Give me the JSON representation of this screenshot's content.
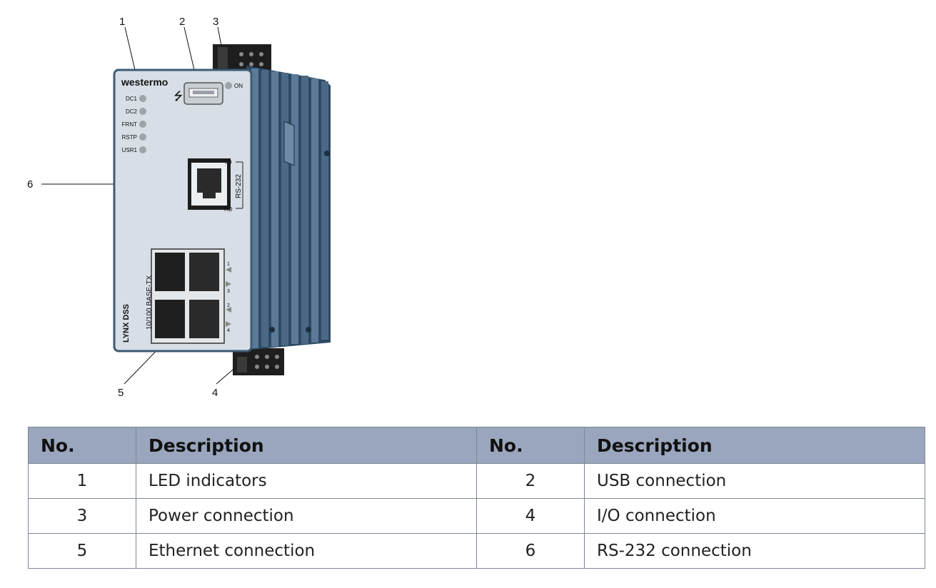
{
  "figure": {
    "callouts": [
      "1",
      "2",
      "3",
      "4",
      "5",
      "6"
    ],
    "device": {
      "brand": "westermo",
      "led_labels": [
        "DC1",
        "DC2",
        "FRNT",
        "RSTP",
        "USR1"
      ],
      "usb_on_label": "ON",
      "serial_labels": {
        "td": "TD",
        "rd": "RD",
        "name": "RS-232"
      },
      "product_name": "LYNX DSS",
      "ethernet_label": "10/100 BASE-TX",
      "port_numbers": [
        "1",
        "3",
        "2",
        "4"
      ]
    }
  },
  "table": {
    "headers": [
      "No.",
      "Description",
      "No.",
      "Description"
    ],
    "rows": [
      {
        "n1": "1",
        "d1": "LED indicators",
        "n2": "2",
        "d2": "USB connection"
      },
      {
        "n1": "3",
        "d1": "Power connection",
        "n2": "4",
        "d2": "I/O connection"
      },
      {
        "n1": "5",
        "d1": "Ethernet connection",
        "n2": "6",
        "d2": "RS-232 connection"
      }
    ]
  }
}
